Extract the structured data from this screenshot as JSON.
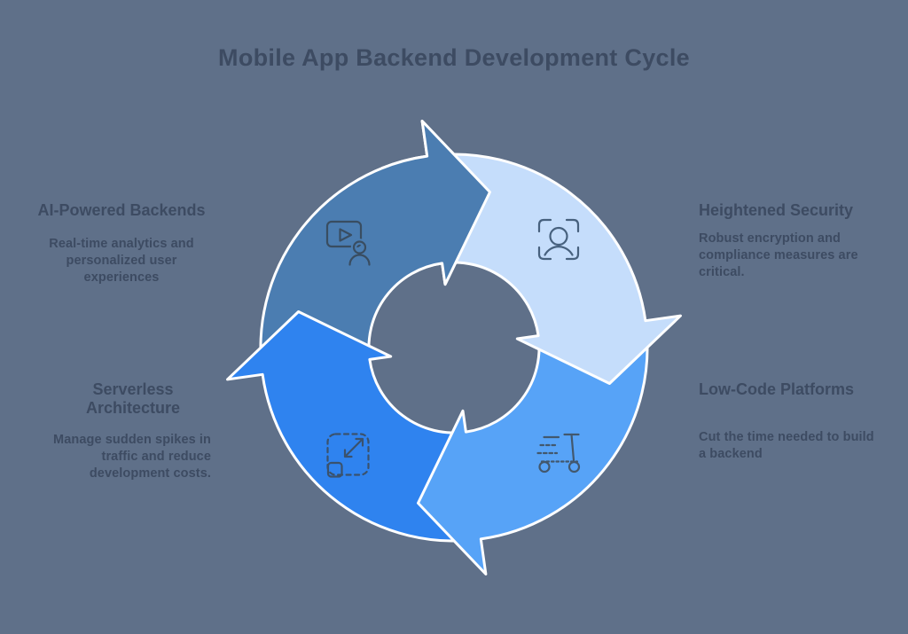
{
  "title": "Mobile App Backend Development Cycle",
  "colors": {
    "background": "#5f7089",
    "text": "#3d4b62",
    "outline": "#ffffff",
    "segment_ai": "#4b7db1",
    "segment_security": "#c5ddfb",
    "segment_lowcode": "#57a3f7",
    "segment_serverless": "#2f83ef",
    "icon_ai": "#394d61",
    "icon_security": "#47617e",
    "icon_serverless": "#3a526d",
    "icon_lowcode": "#42586e"
  },
  "sections": [
    {
      "key": "ai-powered-backends",
      "heading": "AI-Powered Backends",
      "body": "Real-time analytics and personalized user experiences",
      "icon": "video-presenter-icon",
      "position": "top-left"
    },
    {
      "key": "heightened-security",
      "heading": "Heightened Security",
      "body": "Robust encryption and compliance measures are critical.",
      "icon": "face-scan-icon",
      "position": "top-right"
    },
    {
      "key": "serverless-architecture",
      "heading": "Serverless Architecture",
      "body": "Manage sudden spikes in traffic and reduce development costs.",
      "icon": "scale-expand-icon",
      "position": "bottom-left"
    },
    {
      "key": "low-code-platforms",
      "heading": "Low-Code Platforms",
      "body": "Cut the time needed to build a backend",
      "icon": "scooter-icon",
      "position": "bottom-right"
    }
  ]
}
